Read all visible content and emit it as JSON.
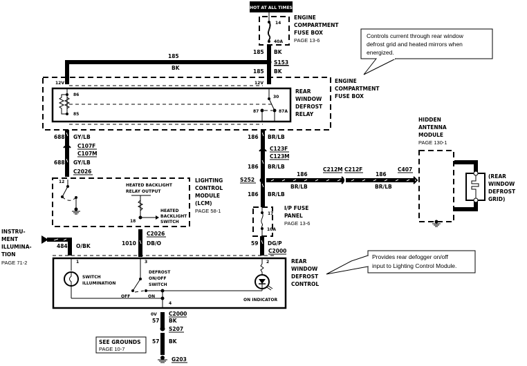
{
  "header_badge": "HOT AT ALL TIMES",
  "engine_fuse_box_top": {
    "title_lines": [
      "ENGINE",
      "COMPARTMENT",
      "FUSE BOX"
    ],
    "page": "PAGE 13-6",
    "fuse_number": "14",
    "fuse_rating": "40A"
  },
  "note_relay": {
    "lines": [
      "Controls current through rear window",
      "defrost grid and heated mirrors when",
      "energized."
    ]
  },
  "note_control": {
    "lines": [
      "Provides rear defogger on/off",
      "input to Lighting Control Module."
    ]
  },
  "wires": {
    "w185_top_num": "185",
    "w185_top_color": "BK",
    "w185_left_num": "185",
    "w185_left_color": "BK",
    "w185_mid_num": "185",
    "w185_mid_color": "BK",
    "splice_s153": "S153",
    "v12_left": "12V",
    "v12_right": "12V",
    "w688_a_num": "688",
    "w688_a_color": "GY/LB",
    "w688_b_num": "688",
    "w688_b_color": "GY/LB",
    "c107f": "C107F",
    "c107m": "C107M",
    "c2026_top": "C2026",
    "w186_a_num": "186",
    "w186_a_color": "BR/LB",
    "c123f": "C123F",
    "c123m": "C123M",
    "w186_b_num": "186",
    "w186_b_color": "BR/LB",
    "splice_s252": "S252",
    "w186_h1_num": "186",
    "w186_h1_color": "BR/LB",
    "c212m": "C212M",
    "c212f": "C212F",
    "w186_h2_num": "186",
    "w186_h2_color": "BR/LB",
    "c407": "C407",
    "w186_c_num": "186",
    "w186_c_color": "BR/LB",
    "w484_num": "484",
    "w484_color": "O/BK",
    "w1010_num": "1010",
    "w1010_color": "DB/O",
    "c2026_bottom": "C2026",
    "w59_num": "59",
    "w59_color": "DG/P",
    "c2000_top": "C2000",
    "v0": "0V",
    "c2000_bottom": "C2000",
    "w57_a_num": "57",
    "w57_a_color": "BK",
    "splice_s207": "S207",
    "w57_b_num": "57",
    "w57_b_color": "BK",
    "ground_g203": "G203"
  },
  "relay": {
    "title_lines": [
      "REAR",
      "WINDOW",
      "DEFROST",
      "RELAY"
    ],
    "fuse_box_lines": [
      "ENGINE",
      "COMPARTMENT",
      "FUSE BOX"
    ],
    "pin_86": "86",
    "pin_85": "85",
    "pin_30": "30",
    "pin_87": "87",
    "pin_87a": "87A"
  },
  "lcm": {
    "title_lines": [
      "LIGHTING",
      "CONTROL",
      "MODULE",
      "(LCM)"
    ],
    "page": "PAGE 58-1",
    "pin_12": "12",
    "pin_18": "18",
    "relay_output_lines": [
      "HEATED BACKLIGHT",
      "RELAY OUTPUT"
    ],
    "switch_lines": [
      "HEATED",
      "BACKLIGHT",
      "SWITCH"
    ]
  },
  "ip_fuse": {
    "title_lines": [
      "I/P FUSE",
      "PANEL"
    ],
    "page": "PAGE 13-6",
    "fuse_number": "17",
    "fuse_rating": "10A"
  },
  "antenna": {
    "title_lines": [
      "HIDDEN",
      "ANTENNA",
      "MODULE"
    ],
    "page": "PAGE 130-1",
    "grid_lines": [
      "(REAR",
      "WINDOW",
      "DEFROST",
      "GRID)"
    ]
  },
  "instrument": {
    "lines": [
      "INSTRU-",
      "MENT",
      "ILLUMINA-",
      "TION"
    ],
    "page": "PAGE 71-2"
  },
  "control": {
    "title_lines": [
      "REAR",
      "WINDOW",
      "DEFROST",
      "CONTROL"
    ],
    "pin_1": "1",
    "pin_2": "2",
    "pin_3": "3",
    "pin_4": "4",
    "switch_illum_lines": [
      "SWITCH",
      "ILLUMINATION"
    ],
    "defrost_switch_lines": [
      "DEFROST",
      "ON/OFF",
      "SWITCH"
    ],
    "off_label": "OFF",
    "on_label": "ON",
    "on_indicator": "ON INDICATOR"
  },
  "grounds_ref": {
    "title": "SEE GROUNDS",
    "page": "PAGE 10-7"
  }
}
